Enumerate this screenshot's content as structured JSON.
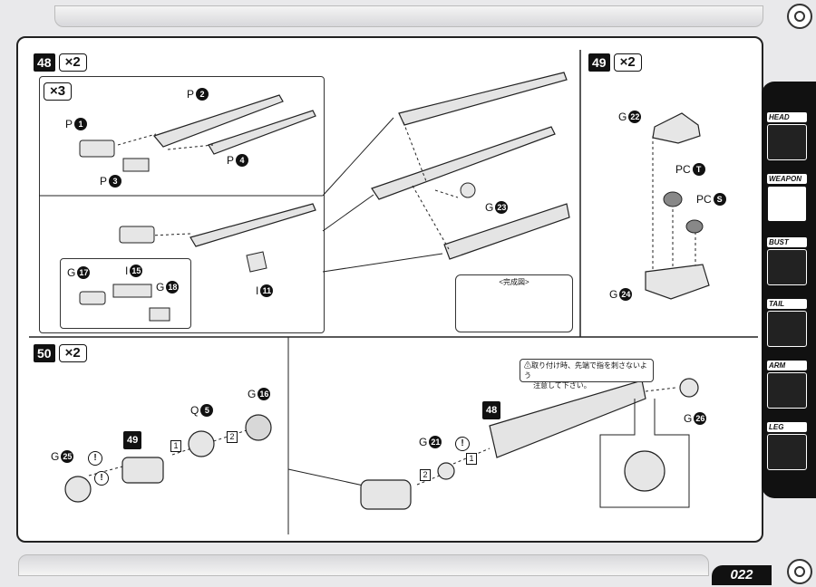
{
  "page": {
    "number": "022"
  },
  "steps": {
    "s48": {
      "no": "48",
      "mult": "×2",
      "sub_mult": "×3"
    },
    "s49": {
      "no": "49",
      "mult": "×2"
    },
    "s50": {
      "no": "50",
      "mult": "×2"
    }
  },
  "parts": {
    "p1": {
      "letter": "P",
      "num": "1"
    },
    "p2": {
      "letter": "P",
      "num": "2"
    },
    "p3": {
      "letter": "P",
      "num": "3"
    },
    "p4": {
      "letter": "P",
      "num": "4"
    },
    "i11": {
      "letter": "I",
      "num": "11"
    },
    "i15": {
      "letter": "I",
      "num": "15"
    },
    "g17": {
      "letter": "G",
      "num": "17"
    },
    "g18": {
      "letter": "G",
      "num": "18"
    },
    "g23": {
      "letter": "G",
      "num": "23"
    },
    "g22": {
      "letter": "G",
      "num": "22"
    },
    "pct": {
      "letter": "PC",
      "num": "T"
    },
    "pcs": {
      "letter": "PC",
      "num": "S"
    },
    "g24": {
      "letter": "G",
      "num": "24"
    },
    "g25": {
      "letter": "G",
      "num": "25"
    },
    "q5": {
      "letter": "Q",
      "num": "5"
    },
    "g16": {
      "letter": "G",
      "num": "16"
    },
    "g21": {
      "letter": "G",
      "num": "21"
    },
    "g26": {
      "letter": "G",
      "num": "26"
    }
  },
  "callouts": {
    "ref49": "49",
    "ref48": "48",
    "seq1": "1",
    "seq2": "2",
    "excl": "!"
  },
  "notes": {
    "complete_title": "<完成図>",
    "warning_line1": "取り付け時、先端で指を刺さないよう",
    "warning_line2": "注意して下さい。"
  },
  "sidebar": {
    "tabs": [
      {
        "label": "HEAD",
        "active": false
      },
      {
        "label": "WEAPON",
        "active": true
      },
      {
        "label": "BUST",
        "active": false
      },
      {
        "label": "TAIL",
        "active": false
      },
      {
        "label": "ARM",
        "active": false
      },
      {
        "label": "LEG",
        "active": false
      }
    ]
  }
}
